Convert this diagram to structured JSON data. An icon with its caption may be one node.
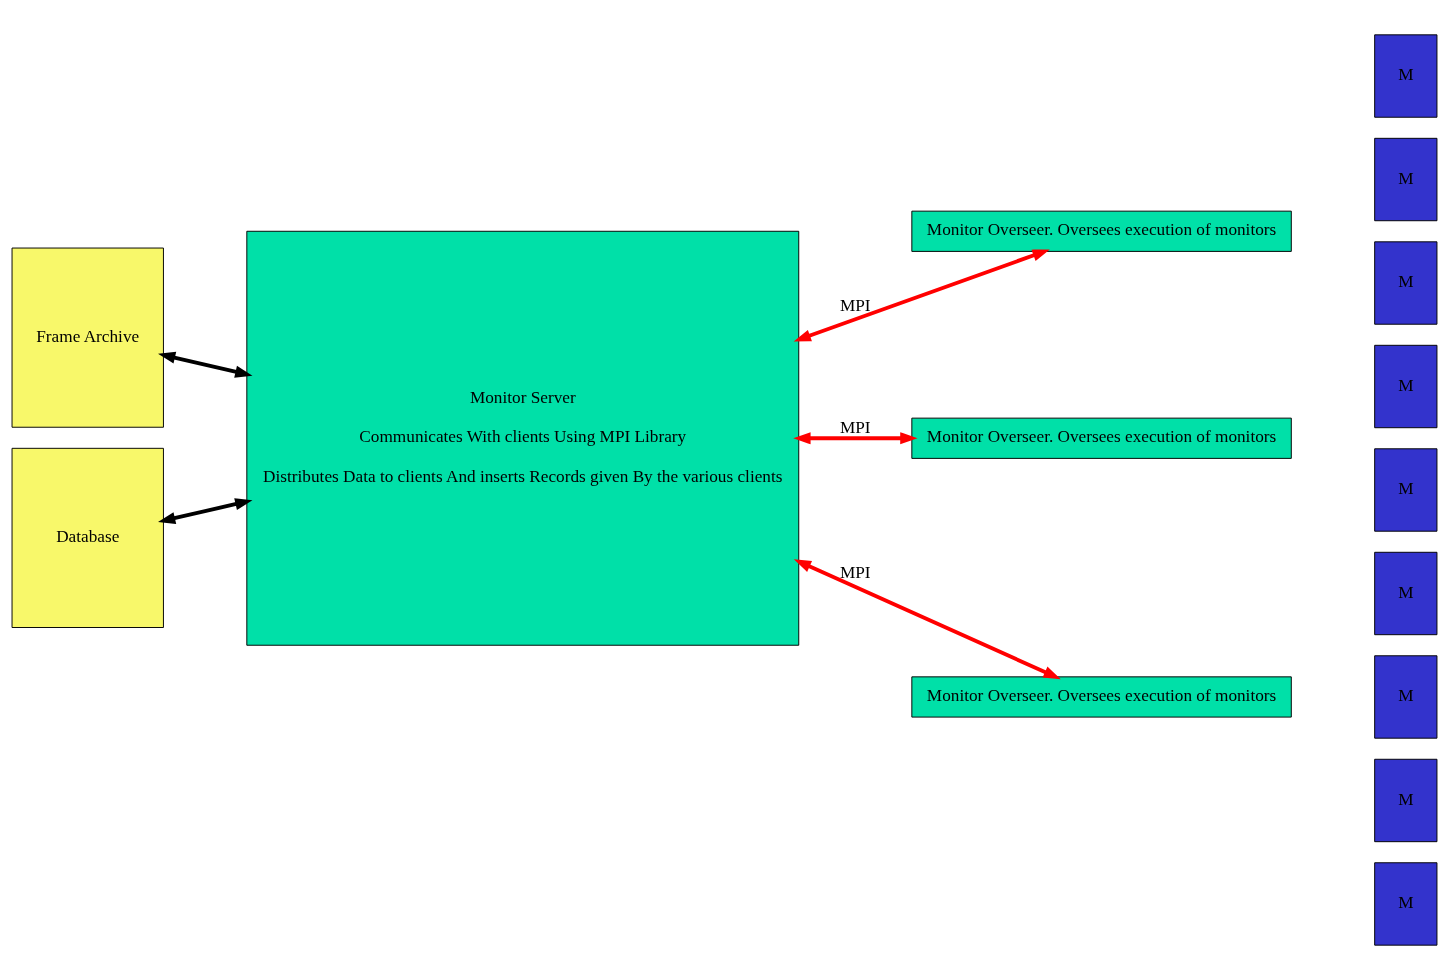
{
  "diagram": {
    "nodes": [
      {
        "text": [
          "Frame Archive"
        ]
      },
      {
        "text": [
          "Database"
        ]
      },
      {
        "text": [
          "Monitor Server",
          "Communicates With clients Using MPI Library",
          "Distributes Data to clients And inserts Records given By the various clients"
        ]
      },
      {
        "text": [
          "Monitor Overseer. Oversees execution of monitors"
        ]
      },
      {
        "text": [
          "M"
        ]
      },
      {
        "text": [
          "M"
        ]
      },
      {
        "text": [
          "M"
        ]
      },
      {
        "text": [
          "Monitor Overseer. Oversees execution of monitors"
        ]
      },
      {
        "text": [
          "M"
        ]
      },
      {
        "text": [
          "M"
        ]
      },
      {
        "text": [
          "Monitor Overseer. Oversees execution of monitors"
        ]
      },
      {
        "text": [
          "M"
        ]
      },
      {
        "text": [
          "M"
        ]
      },
      {
        "text": [
          "M"
        ]
      },
      {
        "text": [
          "M"
        ]
      }
    ],
    "edges": [
      {
        "from": 0,
        "to": 2,
        "arrow": "both",
        "color": "#000000"
      },
      {
        "from": 1,
        "to": 2,
        "arrow": "both",
        "color": "#000000"
      },
      {
        "from": 2,
        "to": 3,
        "arrow": "both",
        "label": "MPI"
      },
      {
        "from": 2,
        "to": 7,
        "arrow": "both",
        "label": "MPI"
      },
      {
        "from": 2,
        "to": 10,
        "arrow": "both",
        "label": "MPI"
      }
    ]
  }
}
